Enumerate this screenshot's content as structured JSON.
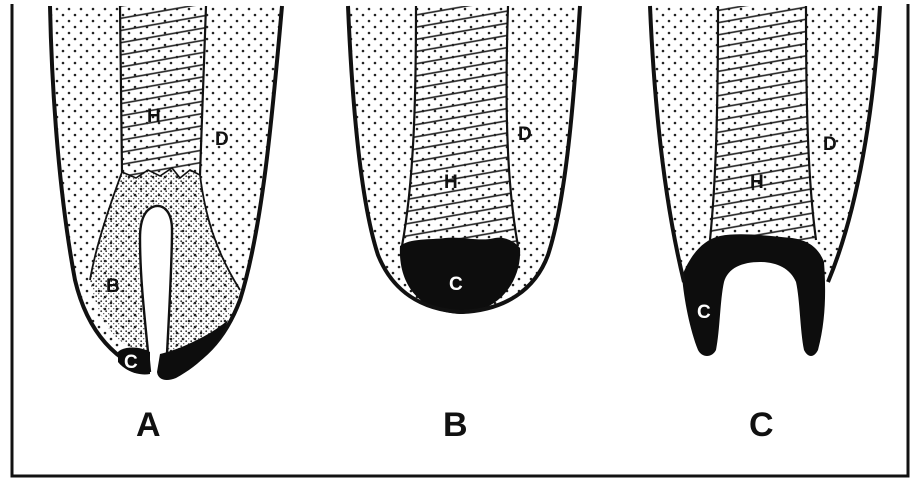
{
  "panels": [
    {
      "id": "A",
      "caption": "A",
      "labels": {
        "h": "H",
        "d": "D",
        "b": "B",
        "c": "C"
      }
    },
    {
      "id": "B",
      "caption": "B",
      "labels": {
        "h": "H",
        "d": "D",
        "c": "C"
      }
    },
    {
      "id": "C",
      "caption": "C",
      "labels": {
        "h": "H",
        "d": "D",
        "c": "C"
      }
    }
  ],
  "colors": {
    "outline": "#111111",
    "background": "#ffffff",
    "calcified": "#0d0d0d"
  }
}
